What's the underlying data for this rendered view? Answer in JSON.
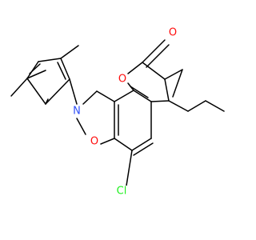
{
  "molecule": {
    "atoms": {
      "O_carbonyl": {
        "label": "O",
        "color": "#ff0d0d"
      },
      "O_ring_pyran": {
        "label": "O",
        "color": "#ff0d0d"
      },
      "O_ring_oxazine": {
        "label": "O",
        "color": "#ff0d0d"
      },
      "N": {
        "label": "N",
        "color": "#3050f8"
      },
      "Cl": {
        "label": "Cl",
        "color": "#1ff01f"
      }
    }
  }
}
